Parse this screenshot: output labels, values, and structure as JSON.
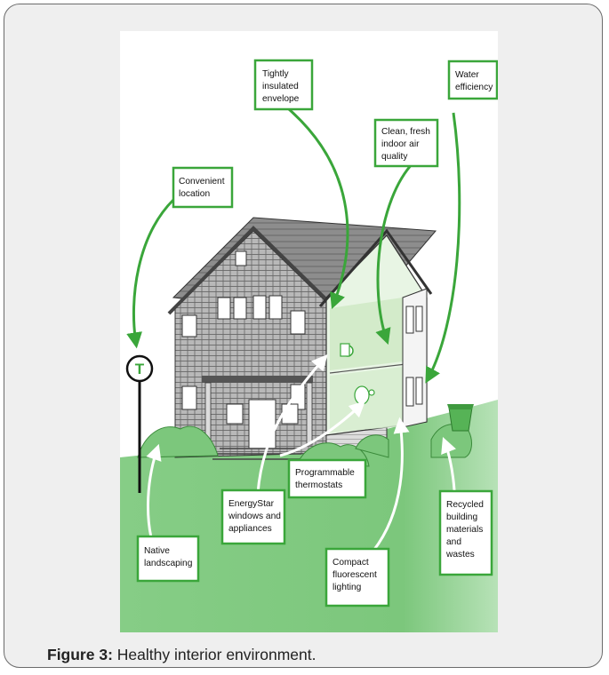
{
  "labels": {
    "tightly": [
      "Tightly",
      "insulated",
      "envelope"
    ],
    "water": [
      "Water",
      "efficiency"
    ],
    "clean": [
      "Clean, fresh",
      "indoor air",
      "quality"
    ],
    "convenient": [
      "Convenient",
      "location"
    ],
    "programmable": [
      "Programmable",
      "thermostats"
    ],
    "energystar": [
      "EnergyStar",
      "windows and",
      "appliances"
    ],
    "native": [
      "Native",
      "landscaping"
    ],
    "compact": [
      "Compact",
      "fluorescent",
      "lighting"
    ],
    "recycled": [
      "Recycled",
      "building",
      "materials",
      "and",
      "wastes"
    ]
  },
  "sign_letter": "T",
  "caption": {
    "prefix": "Figure 3:",
    "text": " Healthy interior environment."
  },
  "colors": {
    "accent_green": "#3aa63a",
    "lawn_green": "#7cc77c",
    "frame_bg": "#efefef"
  }
}
